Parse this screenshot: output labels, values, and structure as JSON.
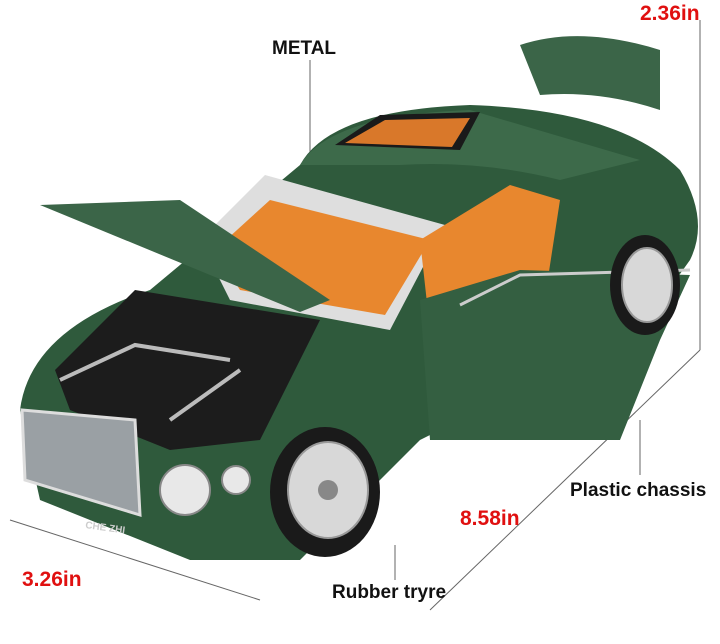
{
  "labels": {
    "height": "2.36in",
    "material_body": "METAL",
    "chassis": "Plastic chassis",
    "length": "8.58in",
    "width": "3.26in",
    "tyre": "Rubber tryre"
  },
  "car": {
    "plate_text": "CHE ZHI",
    "body_color": "#2f5a3c",
    "interior_color": "#e8872e"
  },
  "colors": {
    "dimension_text": "#e01010",
    "label_text": "#111111"
  }
}
